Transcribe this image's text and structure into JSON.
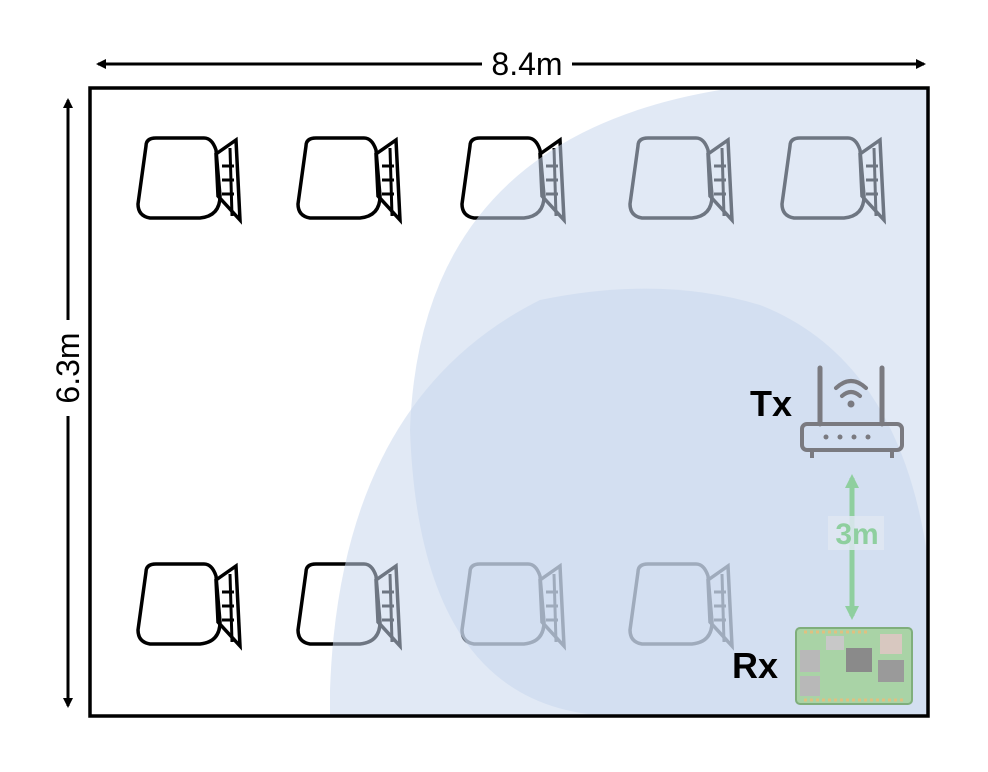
{
  "room": {
    "width_label": "8.4m",
    "height_label": "6.3m"
  },
  "devices": {
    "tx": {
      "label": "Tx",
      "icon": "wifi-router-icon"
    },
    "rx": {
      "label": "Rx",
      "icon": "raspberry-pi-board-icon"
    },
    "separation_label": "3m"
  },
  "seating": {
    "rows": 2,
    "chairs_per_row": [
      5,
      4
    ],
    "icon": "chair-icon"
  },
  "colors": {
    "coverage": "#c9d7ec",
    "arrow": "#8fcf9f",
    "outline": "#000000"
  }
}
